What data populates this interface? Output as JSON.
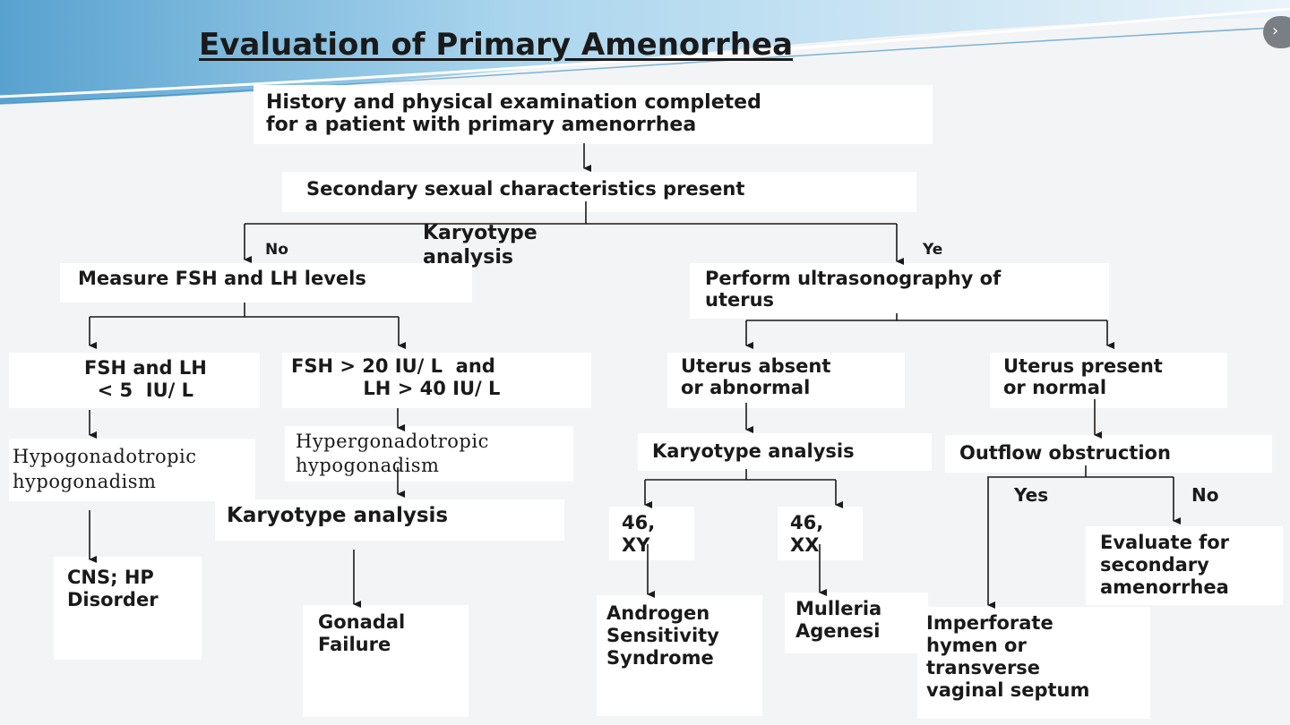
{
  "title": "Evaluation of Primary Amenorrhea",
  "nodes": {
    "history": "History and physical examination completed\nfor a patient with primary amenorrhea",
    "secondary": "Secondary sexual characteristics present",
    "karyotype_top": "Karyotype\nanalysis",
    "no_label": "No",
    "yes_label": "Ye",
    "measure": "Measure FSH and LH levels",
    "ultrasound": "Perform ultrasonography of\nuterus",
    "fsh_low": "FSH and LH\n  < 5  IU/ L",
    "fsh_high": "FSH > 20 IU/ L  and\n           LH > 40 IU/ L",
    "uterus_absent": "Uterus absent\nor abnormal",
    "uterus_present": "Uterus present\nor normal",
    "hypogonadotropic": "Hypogonadotropic\nhypogonadism",
    "hypergonadotropic": "Hypergonadotropic\nhypogonadism",
    "karyotype_mid": "Karyotype analysis",
    "karyotype_right": "Karyotype analysis",
    "outflow": "Outflow obstruction",
    "xy": "46,\nXY",
    "xx": "46,\nXX",
    "yes2": "Yes",
    "no2": "No",
    "cns": "CNS; HP\nDisorder",
    "gonadal": "Gonadal\nFailure",
    "androgen": "Androgen\nSensitivity\nSyndrome",
    "mullerian": "Mulleria\nAgenesi",
    "evaluate": "Evaluate for\nsecondary\namenorrhea",
    "imperforate": "Imperforate\nhymen or\ntransverse\nvaginal septum"
  },
  "colors": {
    "background": "#f3f4f5",
    "box": "#ffffff",
    "text": "#1a1a1a",
    "wave": "#5aa9d6"
  }
}
